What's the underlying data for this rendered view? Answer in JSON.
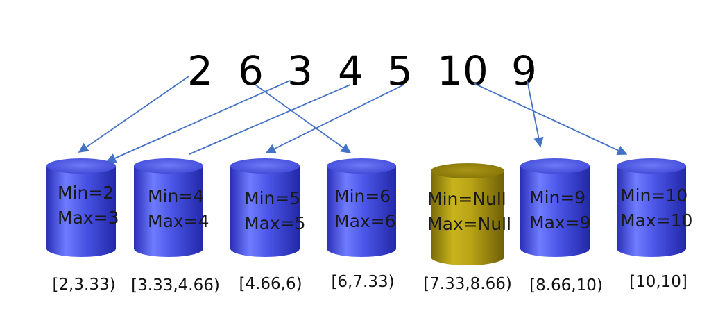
{
  "sequence": [
    "2",
    "6",
    "3",
    "4",
    "5",
    "10",
    "9"
  ],
  "buckets": [
    {
      "min": "Min=2",
      "max": "Max=3",
      "range": "[2,3.33)",
      "empty": false
    },
    {
      "min": "Min=4",
      "max": "Max=4",
      "range": "[3.33,4.66)",
      "empty": false
    },
    {
      "min": "Min=5",
      "max": "Max=5",
      "range": "[4.66,6)",
      "empty": false
    },
    {
      "min": "Min=6",
      "max": "Max=6",
      "range": "[6,7.33)",
      "empty": false
    },
    {
      "min": "Min=Null",
      "max": "Max=Null",
      "range": "[7.33,8.66)",
      "empty": true
    },
    {
      "min": "Min=9",
      "max": "Max=9",
      "range": "[8.66,10)",
      "empty": false
    },
    {
      "min": "Min=10",
      "max": "Max=10",
      "range": "[10,10]",
      "empty": false
    }
  ],
  "colors": {
    "filled_bucket": "#4a55e6",
    "empty_bucket": "#b8a317",
    "arrow": "#4472c4"
  }
}
